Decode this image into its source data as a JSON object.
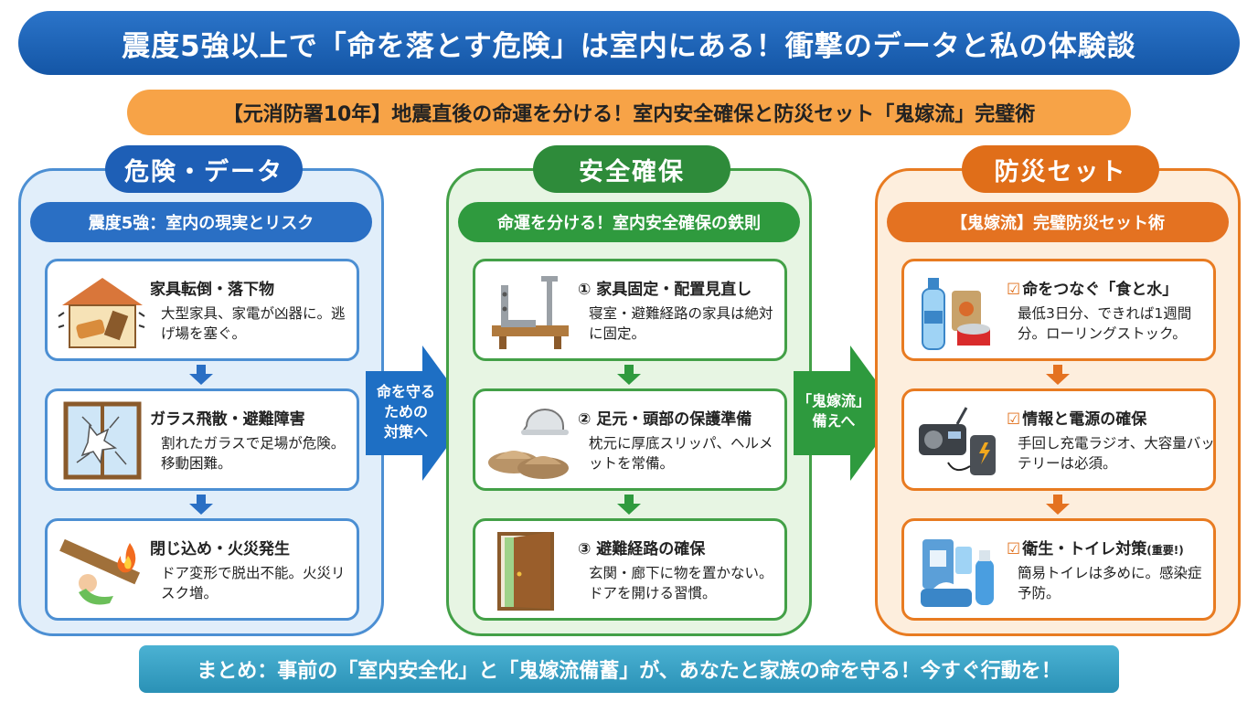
{
  "title": "震度5強以上で「命を落とす危険」は室内にある！衝撃のデータと私の体験談",
  "subtitle": "【元消防署10年】地震直後の命運を分ける！室内安全確保と防災セット「鬼嫁流」完璧術",
  "columns": [
    {
      "header": "危険・データ",
      "sub": "震度5強：室内の現実とリスク",
      "cards": [
        {
          "icon": "collapsed-house-icon",
          "title": "家具転倒・落下物",
          "body": "大型家具、家電が凶器に。逃げ場を塞ぐ。"
        },
        {
          "icon": "broken-window-icon",
          "title": "ガラス飛散・避難障害",
          "body": "割れたガラスで足場が危険。移動困難。"
        },
        {
          "icon": "trapped-person-fire-icon",
          "title": "閉じ込め・火災発生",
          "body": "ドア変形で脱出不能。火災リスク増。"
        }
      ]
    },
    {
      "header": "安全確保",
      "sub": "命運を分ける！室内安全確保の鉄則",
      "cards": [
        {
          "icon": "furniture-bracket-icon",
          "title": "① 家具固定・配置見直し",
          "body": "寝室・避難経路の家具は絶対に固定。"
        },
        {
          "icon": "slippers-helmet-icon",
          "title": "② 足元・頭部の保護準備",
          "body": "枕元に厚底スリッパ、ヘルメットを常備。"
        },
        {
          "icon": "open-door-icon",
          "title": "③ 避難経路の確保",
          "body": "玄関・廊下に物を置かない。ドアを開ける習慣。"
        }
      ]
    },
    {
      "header": "防災セット",
      "sub": "【鬼嫁流】完璧防災セット術",
      "cards": [
        {
          "icon": "water-food-icon",
          "check": "☑",
          "title": "命をつなぐ「食と水」",
          "tag": "",
          "body": "最低3日分、できれば1週間分。ローリングストック。"
        },
        {
          "icon": "radio-battery-icon",
          "check": "☑",
          "title": "情報と電源の確保",
          "tag": "",
          "body": "手回し充電ラジオ、大容量バッテリーは必須。"
        },
        {
          "icon": "hygiene-kit-icon",
          "check": "☑",
          "title": "衛生・トイレ対策",
          "tag": "(重要!)",
          "body": "簡易トイレは多めに。感染症予防。"
        }
      ]
    }
  ],
  "arrows": [
    {
      "label": "命を守るための対策へ",
      "line1": "命を守る",
      "line2": "ための",
      "line3": "対策へ",
      "color": "#1e6fc4"
    },
    {
      "label": "「鬼嫁流」備えへ",
      "line1": "「鬼嫁流」",
      "line2": "備えへ",
      "line3": "",
      "color": "#2e9a3e"
    }
  ],
  "footer": "まとめ：事前の「室内安全化」と「鬼嫁流備蓄」が、あなたと家族の命を守る！今すぐ行動を！",
  "colors": {
    "blue": "#1e5fb6",
    "green": "#2e8b3a",
    "orange": "#e06e19"
  }
}
